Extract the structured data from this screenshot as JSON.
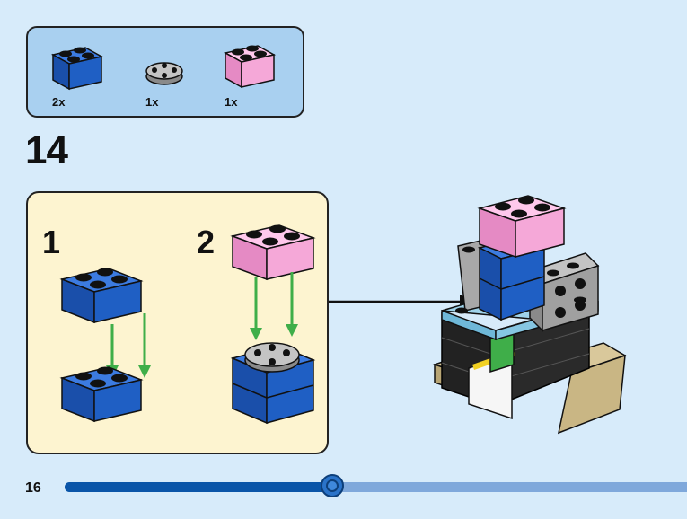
{
  "parts_list": {
    "items": [
      {
        "icon": "blue-2x2-brick-icon",
        "qty": "2x"
      },
      {
        "icon": "gray-round-plate-icon",
        "qty": "1x"
      },
      {
        "icon": "pink-2x2-brick-icon",
        "qty": "1x"
      }
    ]
  },
  "step": {
    "number": "14"
  },
  "substeps": [
    {
      "number": "1"
    },
    {
      "number": "2"
    }
  ],
  "footer": {
    "page_number": "16",
    "progress": 0.43
  },
  "colors": {
    "background": "#d7ebfa",
    "parts_box": "#a9d0f0",
    "substep_box": "#fdf4d0",
    "blue_brick": "#1f5fc4",
    "pink_brick": "#f5a8d8",
    "gray_plate": "#b8b8b8",
    "arrow_green": "#3fae49",
    "progress_fill": "#0a55a8",
    "progress_track": "#7fa8db"
  }
}
